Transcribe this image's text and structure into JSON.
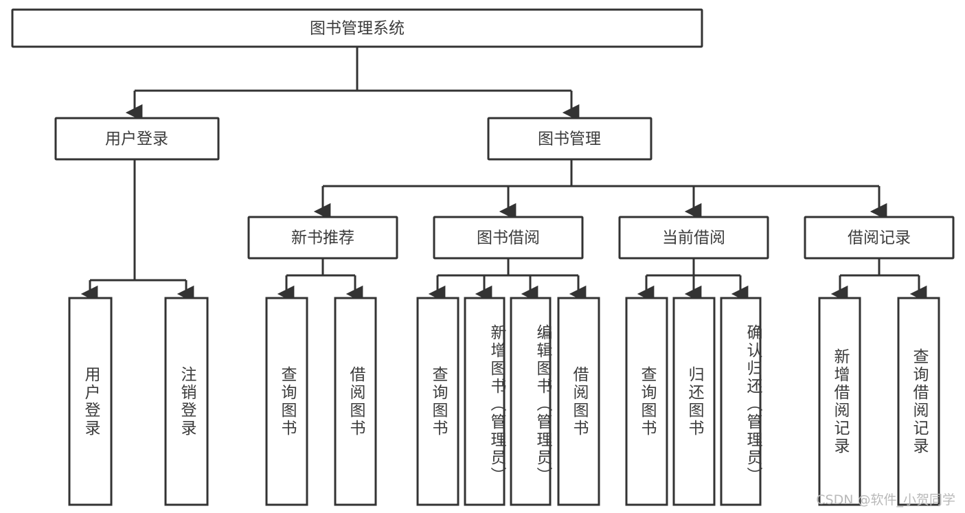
{
  "diagram": {
    "title": "图书管理系统",
    "type": "hierarchy-tree",
    "watermark": "CSDN @软件_小贺同学",
    "colors": {
      "box_stroke": "#333333",
      "box_fill": "#ffffff",
      "text": "#3b3b3b",
      "connector": "#333333",
      "watermark": "#b9b9b9",
      "background": "#ffffff"
    },
    "levels": {
      "root": {
        "label": "图书管理系统"
      },
      "level2": [
        {
          "id": "user-login",
          "label": "用户登录"
        },
        {
          "id": "book-management",
          "label": "图书管理"
        }
      ],
      "level3": [
        {
          "id": "new-book-recommend",
          "label": "新书推荐",
          "parent": "book-management"
        },
        {
          "id": "book-borrow",
          "label": "图书借阅",
          "parent": "book-management"
        },
        {
          "id": "current-borrow",
          "label": "当前借阅",
          "parent": "book-management"
        },
        {
          "id": "borrow-record",
          "label": "借阅记录",
          "parent": "book-management"
        }
      ],
      "leaves": [
        {
          "id": "leaf-user-login",
          "label": "用户登录",
          "parent": "user-login"
        },
        {
          "id": "leaf-logout-login",
          "label": "注销登录",
          "parent": "user-login"
        },
        {
          "id": "leaf-query-book-1",
          "label": "查询图书",
          "parent": "new-book-recommend"
        },
        {
          "id": "leaf-borrow-book-1",
          "label": "借阅图书",
          "parent": "new-book-recommend"
        },
        {
          "id": "leaf-query-book-2",
          "label": "查询图书",
          "parent": "book-borrow"
        },
        {
          "id": "leaf-add-book",
          "label": "新增图书（管理员）",
          "parent": "book-borrow"
        },
        {
          "id": "leaf-edit-book",
          "label": "编辑图书（管理员）",
          "parent": "book-borrow"
        },
        {
          "id": "leaf-borrow-book-2",
          "label": "借阅图书",
          "parent": "book-borrow"
        },
        {
          "id": "leaf-query-book-3",
          "label": "查询图书",
          "parent": "current-borrow"
        },
        {
          "id": "leaf-return-book",
          "label": "归还图书",
          "parent": "current-borrow"
        },
        {
          "id": "leaf-confirm-return",
          "label": "确认归还（管理员）",
          "parent": "current-borrow"
        },
        {
          "id": "leaf-add-record",
          "label": "新增借阅记录",
          "parent": "borrow-record"
        },
        {
          "id": "leaf-query-record",
          "label": "查询借阅记录",
          "parent": "borrow-record"
        }
      ]
    }
  }
}
